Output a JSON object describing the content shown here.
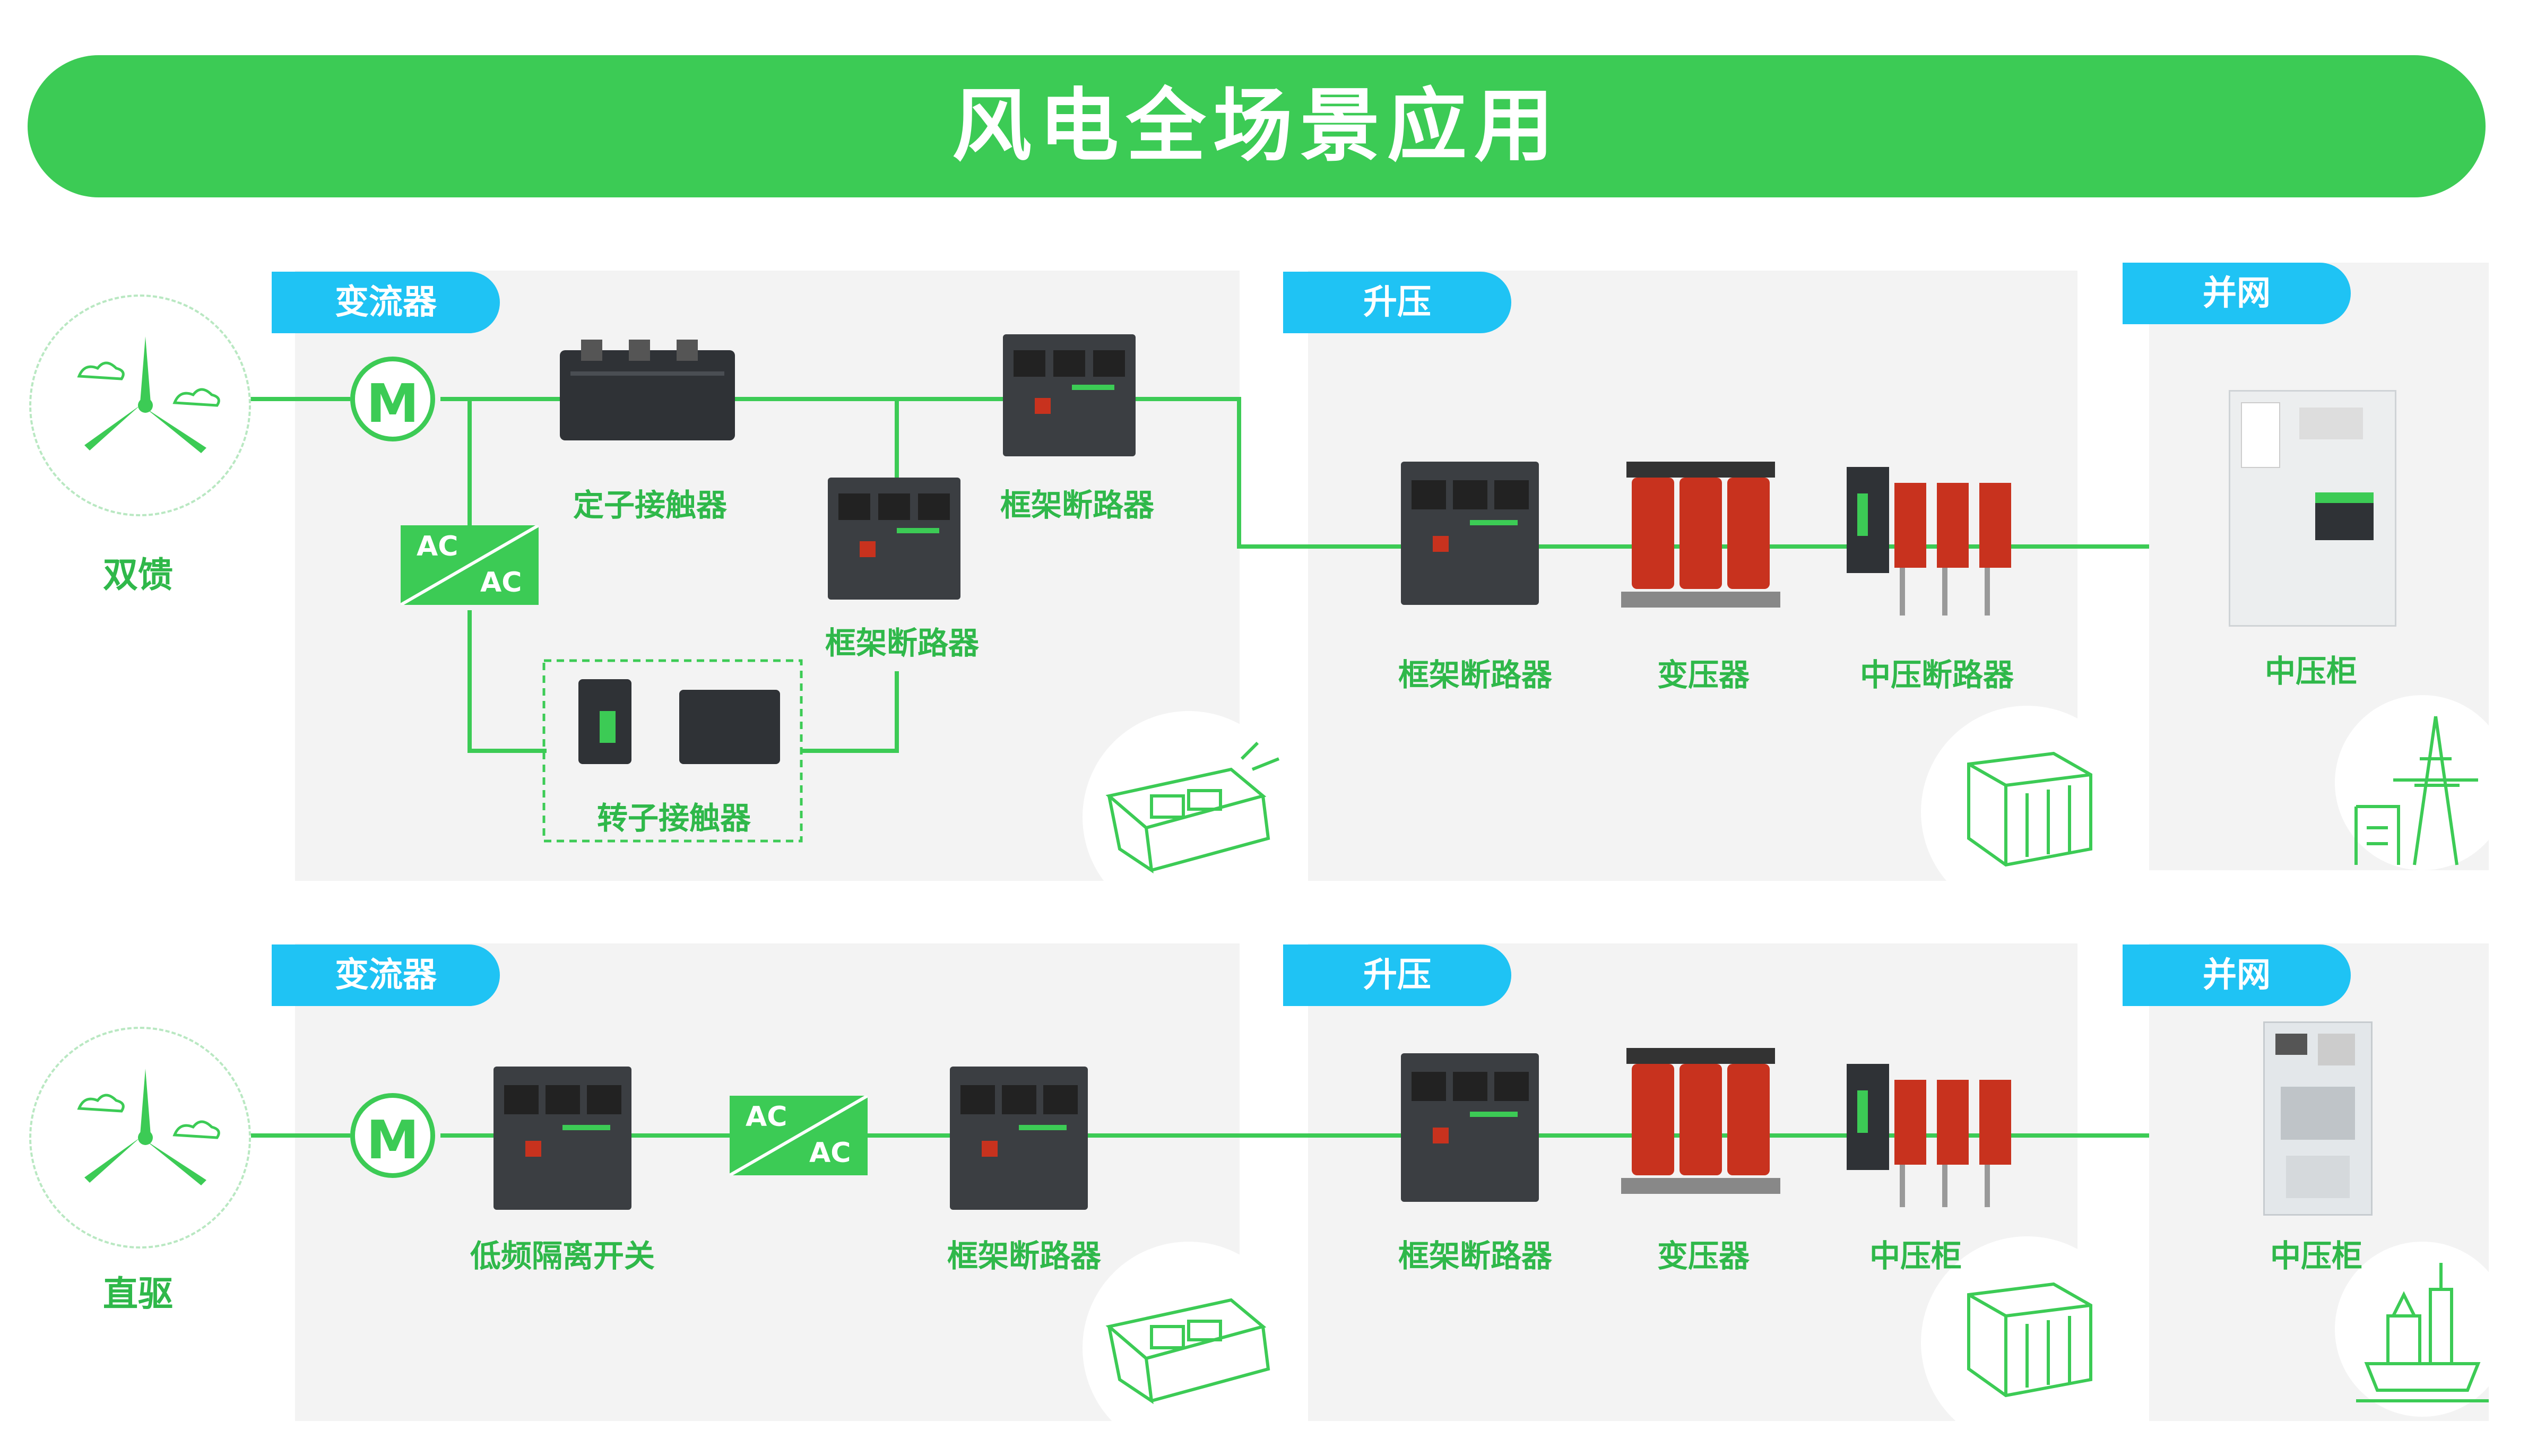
{
  "title": "风电全场景应用",
  "colors": {
    "green": "#3ccb55",
    "blue": "#1fc3f4",
    "panel": "#f3f3f3",
    "transformer_red": "#c8321e",
    "breaker_dark": "#3b3e42"
  },
  "rows": [
    {
      "turbine_label": "双馈",
      "sections": {
        "converter": "变流器",
        "boost": "升压",
        "grid": "并网"
      },
      "converter_items": {
        "motor": "M",
        "stator_contactor": "定子接触器",
        "frame_breaker_top": "框架断路器",
        "frame_breaker_mid": "框架断路器",
        "rotor_contactor": "转子接触器",
        "ac_top": "AC",
        "ac_bottom": "AC"
      },
      "boost_items": {
        "breaker": "框架断路器",
        "transformer": "变压器",
        "mv_breaker": "中压断路器"
      },
      "grid_items": {
        "cabinet": "中压柜"
      }
    },
    {
      "turbine_label": "直驱",
      "sections": {
        "converter": "变流器",
        "boost": "升压",
        "grid": "并网"
      },
      "converter_items": {
        "motor": "M",
        "isolator": "低频隔离开关",
        "frame_breaker": "框架断路器",
        "ac_top": "AC",
        "ac_bottom": "AC"
      },
      "boost_items": {
        "breaker": "框架断路器",
        "transformer": "变压器",
        "mv_cabinet": "中压柜"
      },
      "grid_items": {
        "cabinet": "中压柜"
      }
    }
  ]
}
